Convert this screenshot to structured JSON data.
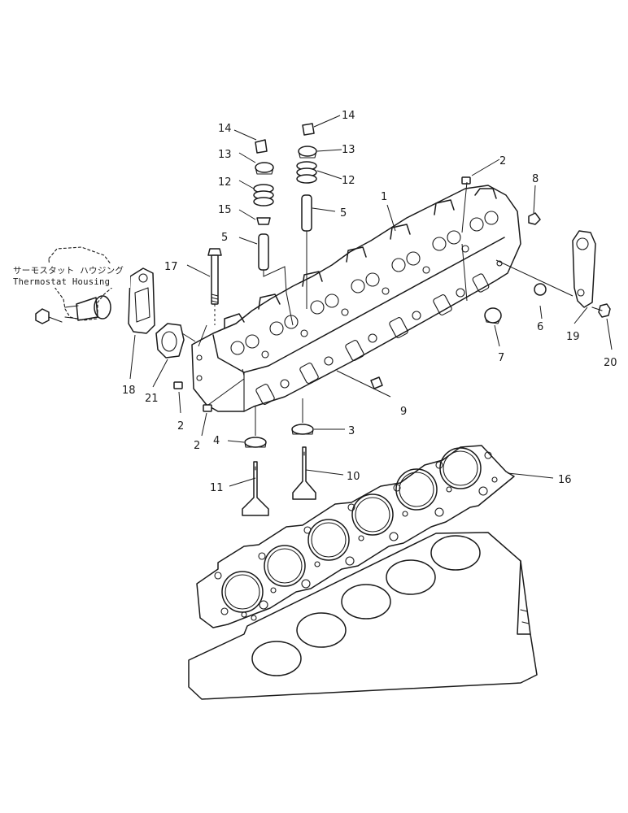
{
  "note": {
    "jp": "サーモスタット ハウジング",
    "en": "Thermostat Housing"
  },
  "callouts": {
    "c1": "1",
    "c2a": "2",
    "c2b": "2",
    "c2c": "2",
    "c3": "3",
    "c4": "4",
    "c5a": "5",
    "c5b": "5",
    "c6": "6",
    "c7": "7",
    "c8": "8",
    "c9": "9",
    "c10": "10",
    "c11": "11",
    "c12a": "12",
    "c12b": "12",
    "c13a": "13",
    "c13b": "13",
    "c14a": "14",
    "c14b": "14",
    "c15": "15",
    "c16": "16",
    "c17": "17",
    "c18": "18",
    "c19": "19",
    "c20": "20",
    "c21": "21"
  }
}
